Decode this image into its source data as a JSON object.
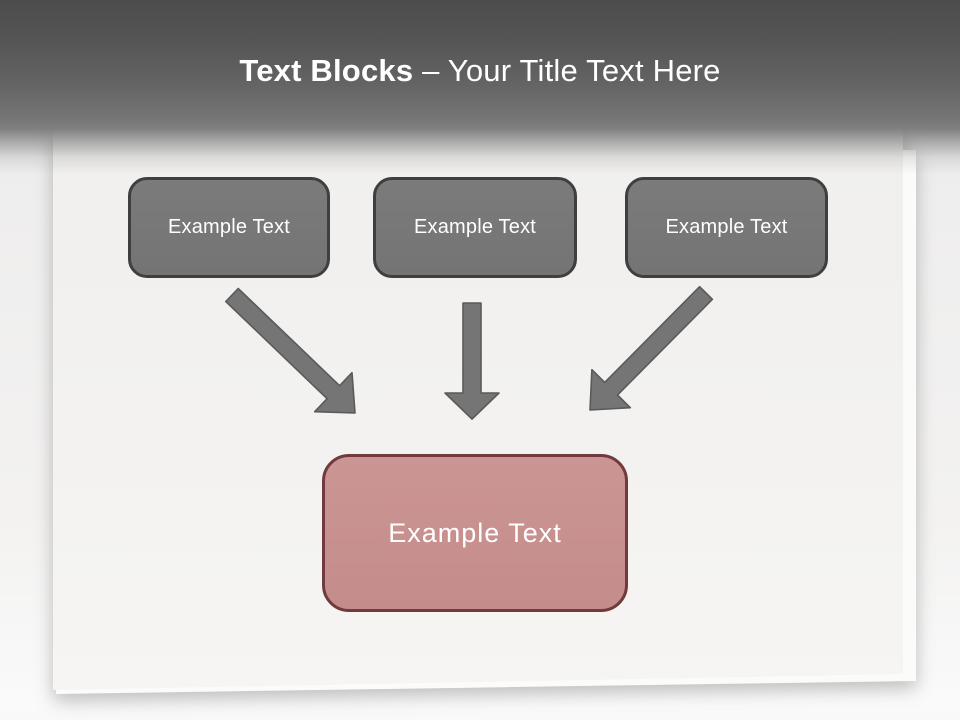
{
  "slide": {
    "title": {
      "bold": "Text Blocks",
      "rest": "– Your Title Text Here"
    },
    "blocks": [
      {
        "label": "Example Text"
      },
      {
        "label": "Example Text"
      },
      {
        "label": "Example Text"
      }
    ],
    "callout": {
      "label": "Example Text"
    },
    "arrows": [
      {
        "name": "arrow-down-right-icon"
      },
      {
        "name": "arrow-down-icon"
      },
      {
        "name": "arrow-down-left-icon"
      }
    ],
    "colors": {
      "header_gradient_top": "#4c4c4c",
      "header_gradient_bottom": "#7e7e7e",
      "title_text": "#ffffff",
      "paper": "#f2f1ef",
      "block_fill": "#767676",
      "block_border": "#3f3f3f",
      "block_text": "#ffffff",
      "arrow_fill": "#757575",
      "arrow_outline": "#5a5a5a",
      "callout_fill": "#c79090",
      "callout_border": "#713a3c",
      "callout_text": "#ffffff"
    }
  }
}
